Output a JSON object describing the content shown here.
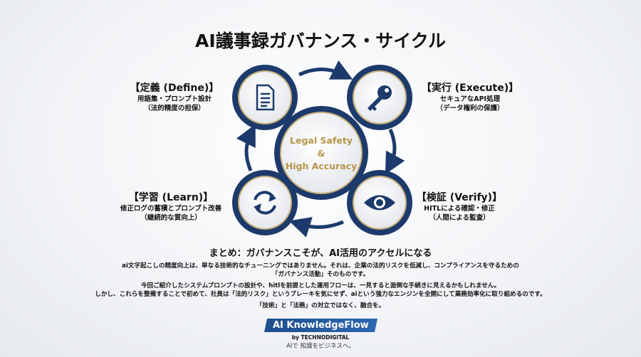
{
  "title": "AI議事録ガバナンス・サイクル",
  "center": {
    "line1": "Legal Safety",
    "line2": "&",
    "line3": "High Accuracy"
  },
  "stages": {
    "define": {
      "heading": "【定義 (Define)】",
      "line1": "用語集・プロンプト設計",
      "line2": "（法的精度の担保）",
      "icon": "document-icon"
    },
    "execute": {
      "heading": "【実行 (Execute)】",
      "line1": "セキュアなAPI処理",
      "line2": "（データ権利の保護）",
      "icon": "key-icon"
    },
    "verify": {
      "heading": "【検証 (Verify)】",
      "line1": "HITLによる確認・修正",
      "line2": "（人間による監査）",
      "icon": "eye-icon"
    },
    "learn": {
      "heading": "【学習 (Learn)】",
      "line1": "修正ログの蓄積とプロンプト改善",
      "line2": "（継続的な質向上）",
      "icon": "refresh-icon"
    }
  },
  "summary": {
    "heading": "まとめ：ガバナンスこそが、AI活用のアクセルになる",
    "p1a": "ai文字起こしの精度向上は、単なる技術的なチューニングではありません。それは、企業の法的リスクを低減し、コンプライアンスを守るための",
    "p1b": "「ガバナンス活動」そのものです。",
    "p2a": "今回ご紹介したシステムプロンプトの設計や、hitlを前提とした運用フローは、一見すると面倒な手続きに見えるかもしれません。",
    "p2b": "しかし、これらを整備することで初めて、社員は「法的リスク」というブレーキを気にせず、aiという強力なエンジンを全開にして業務効率化に取り組めるのです。",
    "p3": "「技術」と「法務」の対立ではなく、融合を。"
  },
  "brand": {
    "logo": "AI KnowledgeFlow",
    "by": "by TECHNODIGITAL",
    "tagline": "AIで 知識をビジネスへ。"
  },
  "colors": {
    "navy": "#1c3a6b",
    "gold": "#b89a5a",
    "center_text": "#b8964a"
  }
}
